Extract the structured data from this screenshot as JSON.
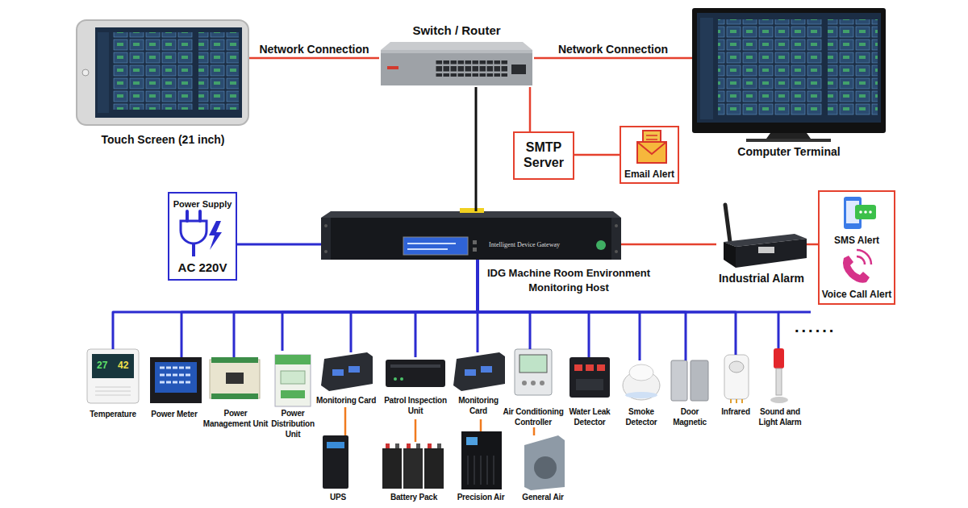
{
  "diagram": {
    "nodes": [
      {
        "text": [
          "Touch Screen (21 inch)"
        ]
      },
      {
        "text": [
          "Switch / Router"
        ]
      },
      {
        "text": [
          "Computer Terminal"
        ]
      },
      {
        "text": [
          "SMTP Server"
        ]
      },
      {
        "text": [
          "Email Alert"
        ]
      },
      {
        "text": [
          "Power Supply",
          "AC 220V"
        ]
      },
      {
        "text": [
          "IDG Machine Room Environment Monitoring Host"
        ]
      },
      {
        "text": [
          "Industrial Alarm"
        ]
      },
      {
        "text": [
          "SMS Alert",
          "Voice Call Alert"
        ]
      },
      {
        "text": [
          "Temperature"
        ]
      },
      {
        "text": [
          "Power Meter"
        ]
      },
      {
        "text": [
          "Power Management Unit"
        ]
      },
      {
        "text": [
          "Power Distribution Unit"
        ]
      },
      {
        "text": [
          "Monitoring Card"
        ]
      },
      {
        "text": [
          "Patrol Inspection Unit"
        ]
      },
      {
        "text": [
          "Monitoring Card"
        ]
      },
      {
        "text": [
          "Air Conditioning Controller"
        ]
      },
      {
        "text": [
          "Water Leak Detector"
        ]
      },
      {
        "text": [
          "Smoke Detector"
        ]
      },
      {
        "text": [
          "Door Magnetic"
        ]
      },
      {
        "text": [
          "Infrared"
        ]
      },
      {
        "text": [
          "Sound and Light Alarm"
        ]
      },
      {
        "text": [
          "UPS"
        ]
      },
      {
        "text": [
          "Battery Pack"
        ]
      },
      {
        "text": [
          "Precision Air"
        ]
      },
      {
        "text": [
          "General Air"
        ]
      }
    ],
    "edges": [
      {
        "from": 0,
        "to": 1,
        "label": "Network Connection",
        "arrow": "none"
      },
      {
        "from": 1,
        "to": 2,
        "label": "Network Connection",
        "arrow": "none"
      },
      {
        "from": 1,
        "to": 6,
        "arrow": "none"
      },
      {
        "from": 1,
        "to": 3,
        "arrow": "none"
      },
      {
        "from": 3,
        "to": 4,
        "arrow": "none"
      },
      {
        "from": 5,
        "to": 6,
        "arrow": "none"
      },
      {
        "from": 6,
        "to": 7,
        "arrow": "none"
      },
      {
        "from": 7,
        "to": 8,
        "arrow": "none"
      },
      {
        "from": 6,
        "to": 9,
        "arrow": "none"
      },
      {
        "from": 6,
        "to": 10,
        "arrow": "none"
      },
      {
        "from": 6,
        "to": 11,
        "arrow": "none"
      },
      {
        "from": 6,
        "to": 12,
        "arrow": "none"
      },
      {
        "from": 6,
        "to": 13,
        "arrow": "none"
      },
      {
        "from": 6,
        "to": 14,
        "arrow": "none"
      },
      {
        "from": 6,
        "to": 15,
        "arrow": "none"
      },
      {
        "from": 6,
        "to": 16,
        "arrow": "none"
      },
      {
        "from": 6,
        "to": 17,
        "arrow": "none"
      },
      {
        "from": 6,
        "to": 18,
        "arrow": "none"
      },
      {
        "from": 6,
        "to": 19,
        "arrow": "none"
      },
      {
        "from": 6,
        "to": 20,
        "arrow": "none"
      },
      {
        "from": 6,
        "to": 21,
        "arrow": "none"
      },
      {
        "from": 13,
        "to": 22,
        "arrow": "none"
      },
      {
        "from": 14,
        "to": 23,
        "arrow": "none"
      },
      {
        "from": 15,
        "to": 24,
        "arrow": "none"
      },
      {
        "from": 16,
        "to": 25,
        "arrow": "none"
      }
    ],
    "labels": [
      "Intelligent Device Gateway",
      "27",
      "42",
      "......"
    ]
  }
}
